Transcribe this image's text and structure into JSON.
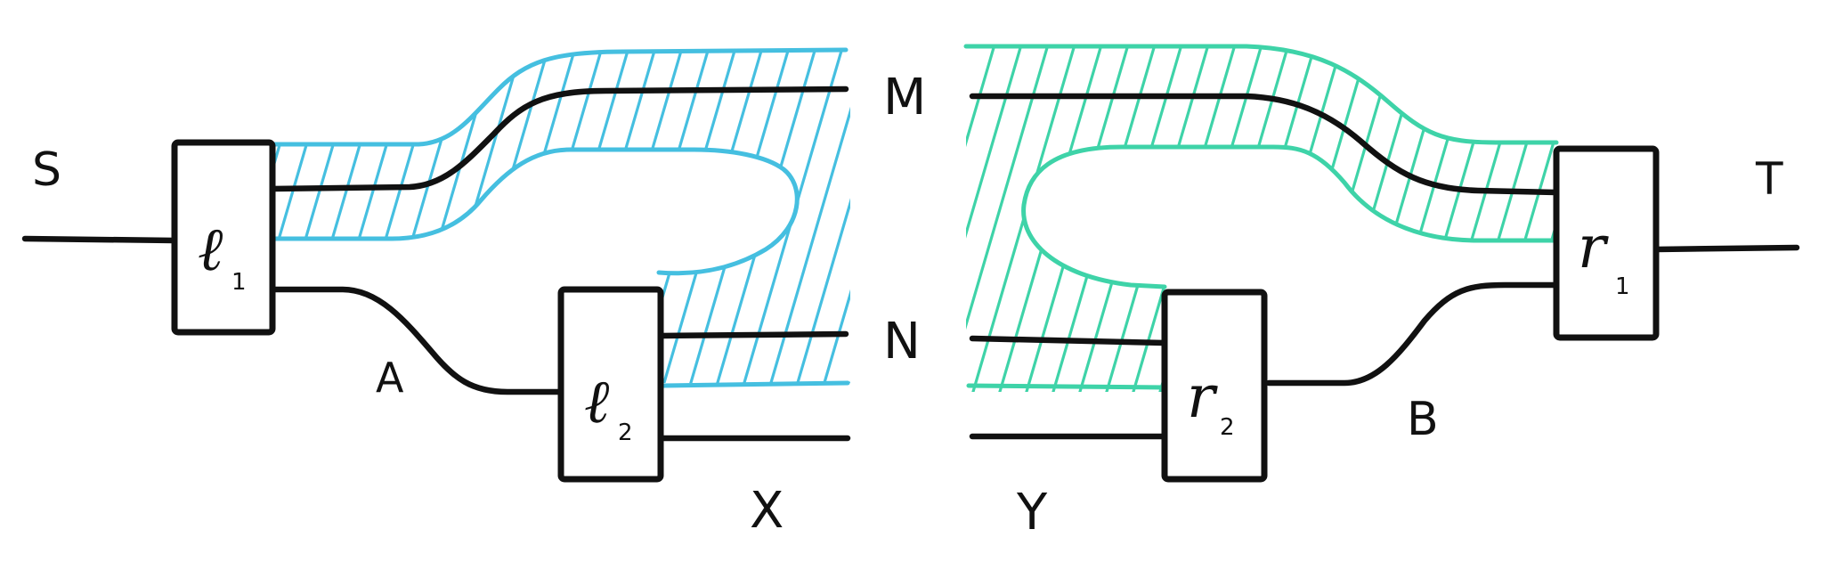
{
  "wire_labels": {
    "s": "S",
    "t": "T",
    "m": "M",
    "n": "N",
    "a": "A",
    "b": "B",
    "x": "X",
    "y": "Y"
  },
  "boxes": {
    "l1": {
      "name": "ℓ",
      "sub": "1"
    },
    "l2": {
      "name": "ℓ",
      "sub": "2"
    },
    "r1": {
      "name": "r",
      "sub": "1"
    },
    "r2": {
      "name": "r",
      "sub": "2"
    }
  },
  "colors": {
    "left_band": "#45bfe0",
    "right_band": "#3ed3a8",
    "ink": "#111111"
  }
}
